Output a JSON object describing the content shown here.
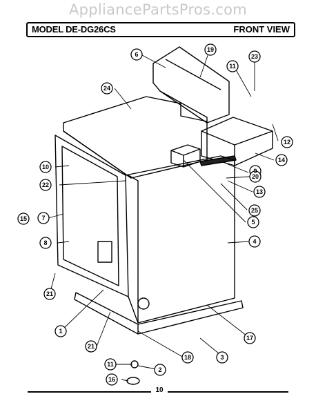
{
  "watermark": "AppliancePartsPros.com",
  "header": {
    "model": "MODEL DE-DG26CS",
    "view": "FRONT VIEW"
  },
  "page_number": "10",
  "callouts": [
    "6",
    "19",
    "23",
    "11",
    "24",
    "12",
    "14",
    "9",
    "10",
    "20",
    "22",
    "13",
    "25",
    "15",
    "7",
    "5",
    "8",
    "4",
    "21",
    "1",
    "21",
    "17",
    "18",
    "3",
    "11",
    "2",
    "16"
  ]
}
